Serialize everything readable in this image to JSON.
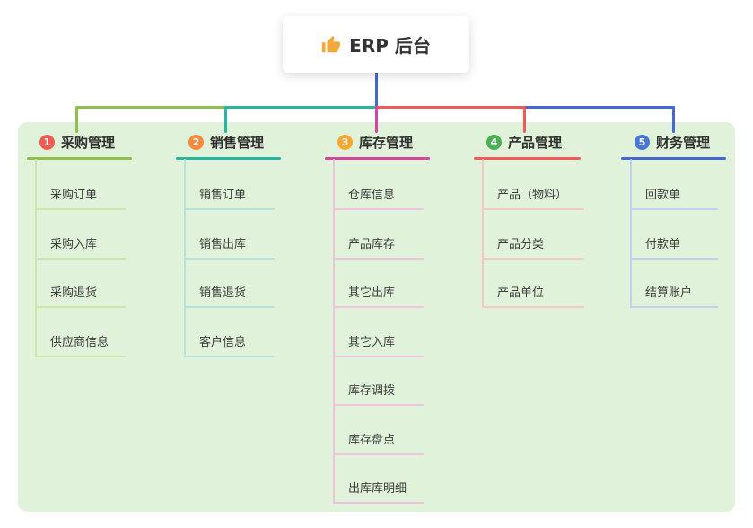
{
  "root": {
    "label": "ERP 后台",
    "icon": "thumbs-up"
  },
  "branches": [
    {
      "num": "1",
      "label": "采购管理",
      "children": [
        "采购订单",
        "采购入库",
        "采购退货",
        "供应商信息"
      ]
    },
    {
      "num": "2",
      "label": "销售管理",
      "children": [
        "销售订单",
        "销售出库",
        "销售退货",
        "客户信息"
      ]
    },
    {
      "num": "3",
      "label": "库存管理",
      "children": [
        "仓库信息",
        "产品库存",
        "其它出库",
        "其它入库",
        "库存调拨",
        "库存盘点",
        "出库库明细"
      ]
    },
    {
      "num": "4",
      "label": "产品管理",
      "children": [
        "产品（物料）",
        "产品分类",
        "产品单位"
      ]
    },
    {
      "num": "5",
      "label": "财务管理",
      "children": [
        "回款单",
        "付款单",
        "结算账户"
      ]
    }
  ],
  "colors": {
    "branch_lines": [
      "#8cc152",
      "#2bb3a3",
      "#d5459c",
      "#ef5b5b",
      "#4468d0"
    ],
    "branch_lines_light": [
      "#cde6ab",
      "#b5e2da",
      "#efc3de",
      "#f6c7c7",
      "#c3cfef"
    ],
    "badges": [
      "#f05c52",
      "#f78b3c",
      "#f7a833",
      "#49b153",
      "#4a77d4"
    ],
    "root_connector": "#4468d0",
    "panel_background": "#e0f2d9",
    "thumbs_up": "#f2a93b"
  }
}
